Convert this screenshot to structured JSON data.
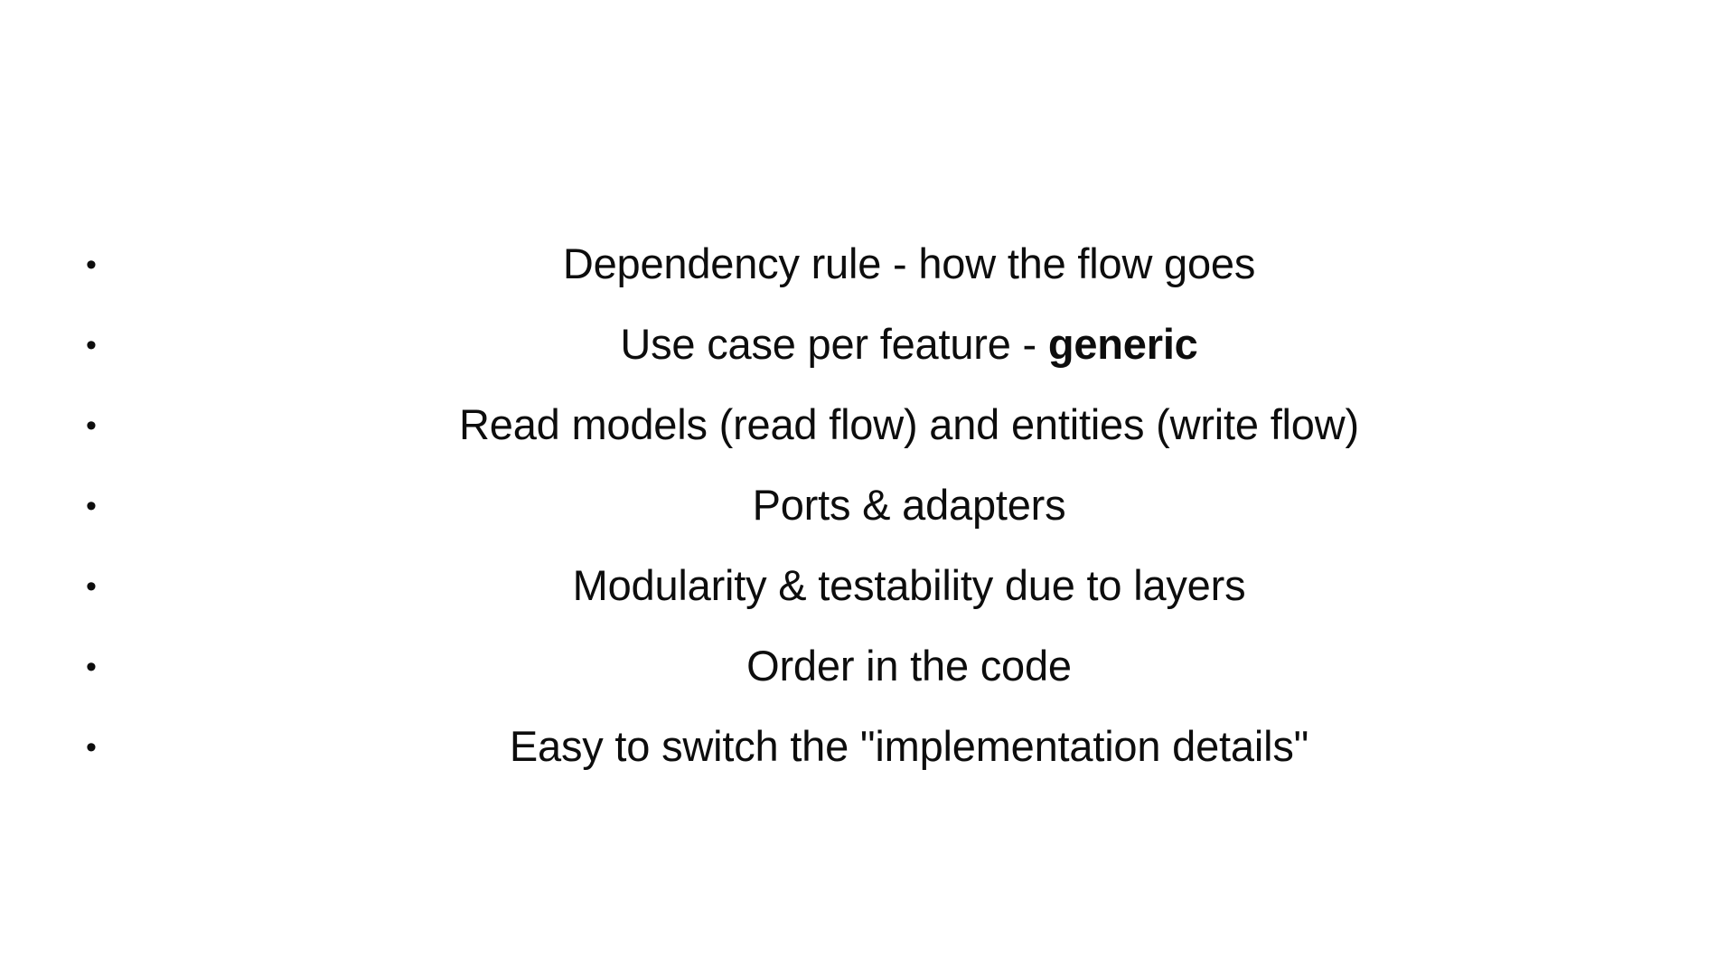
{
  "slide": {
    "background_color": "#ffffff",
    "text_color": "#0d0d0d",
    "bullet_glyph": "•",
    "bullets": [
      {
        "text": "Dependency rule - how the flow goes",
        "lead": "Dependency rule - how the flow goes",
        "emphasis": "",
        "bold": false
      },
      {
        "text": "Use case per feature - generic",
        "lead": "Use case per feature - ",
        "emphasis": "generic",
        "bold": true
      },
      {
        "text": "Read models (read flow) and entities (write flow)",
        "lead": "Read models (read flow) and entities (write flow)",
        "emphasis": "",
        "bold": false
      },
      {
        "text": "Ports & adapters",
        "lead": "Ports & adapters",
        "emphasis": "",
        "bold": false
      },
      {
        "text": "Modularity & testability due to layers",
        "lead": "Modularity & testability due to layers",
        "emphasis": "",
        "bold": false
      },
      {
        "text": "Order in the code",
        "lead": "Order in the code",
        "emphasis": "",
        "bold": false
      },
      {
        "text": "Easy to switch the \"implementation details\"",
        "lead": "Easy to switch the \"implementation details\"",
        "emphasis": "",
        "bold": false
      }
    ]
  }
}
